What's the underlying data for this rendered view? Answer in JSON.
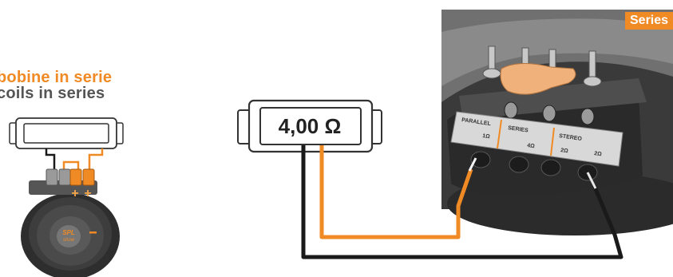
{
  "heading": {
    "italian": "bobine in serie",
    "english": "coils in series"
  },
  "meter": {
    "reading": "4,00 Ω"
  },
  "corner_badge": {
    "label": "Series"
  },
  "speaker": {
    "logo_line1": "SPL",
    "logo_line2": "show",
    "terminal_plus": "+",
    "minus_mark": "−"
  },
  "terminal_panel": {
    "parallel_label": "PARALLEL",
    "parallel_ohm": "1Ω",
    "series_label": "SERIES",
    "series_ohm": "4Ω",
    "stereo_label": "STEREO",
    "stereo_ohm_left": "2Ω",
    "stereo_ohm_right": "2Ω"
  },
  "colors": {
    "accent_orange": "#f08a24",
    "heading_gray": "#555555",
    "wire_black": "#1a1a1a",
    "photo_dark": "#3c3c3c"
  }
}
